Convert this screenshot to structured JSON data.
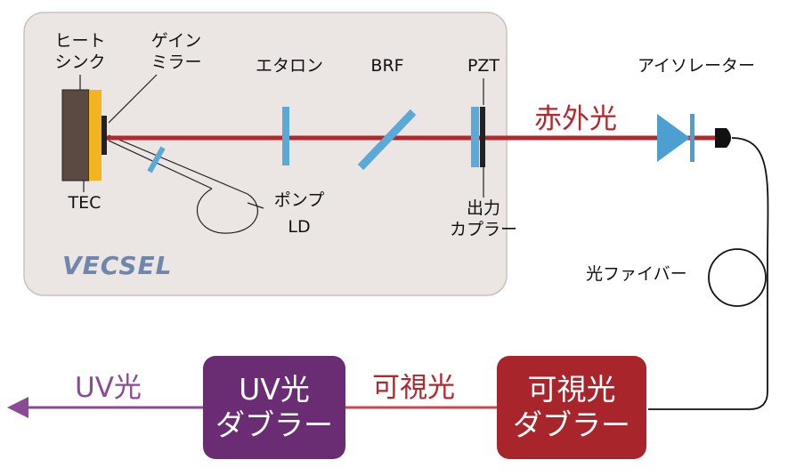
{
  "vecsel": {
    "title": "VECSEL",
    "heat_sink": [
      "ヒート",
      "シンク"
    ],
    "gain_mirror": [
      "ゲイン",
      "ミラー"
    ],
    "tec": "TEC",
    "etalon": "エタロン",
    "brf": "BRF",
    "pzt": "PZT",
    "pump_ld": [
      "ポンプ",
      "LD"
    ],
    "output_coupler": [
      "出力",
      "カプラー"
    ]
  },
  "infrared_label": "赤外光",
  "isolator_label": "アイソレーター",
  "fiber_label": "光ファイバー",
  "visible_doubler": [
    "可視光",
    "ダブラー"
  ],
  "visible_label": "可視光",
  "uv_doubler": [
    "UV光",
    "ダブラー"
  ],
  "uv_label": "UV光",
  "colors": {
    "vecsel_bg": "#ebe6e3",
    "beam_red": "#b3282d",
    "visible_box": "#a8262b",
    "uv_box": "#6a2c72",
    "uv_arrow": "#8b4a95",
    "optic_blue": "#5aa9d6",
    "vecsel_text": "#6f86ad"
  }
}
